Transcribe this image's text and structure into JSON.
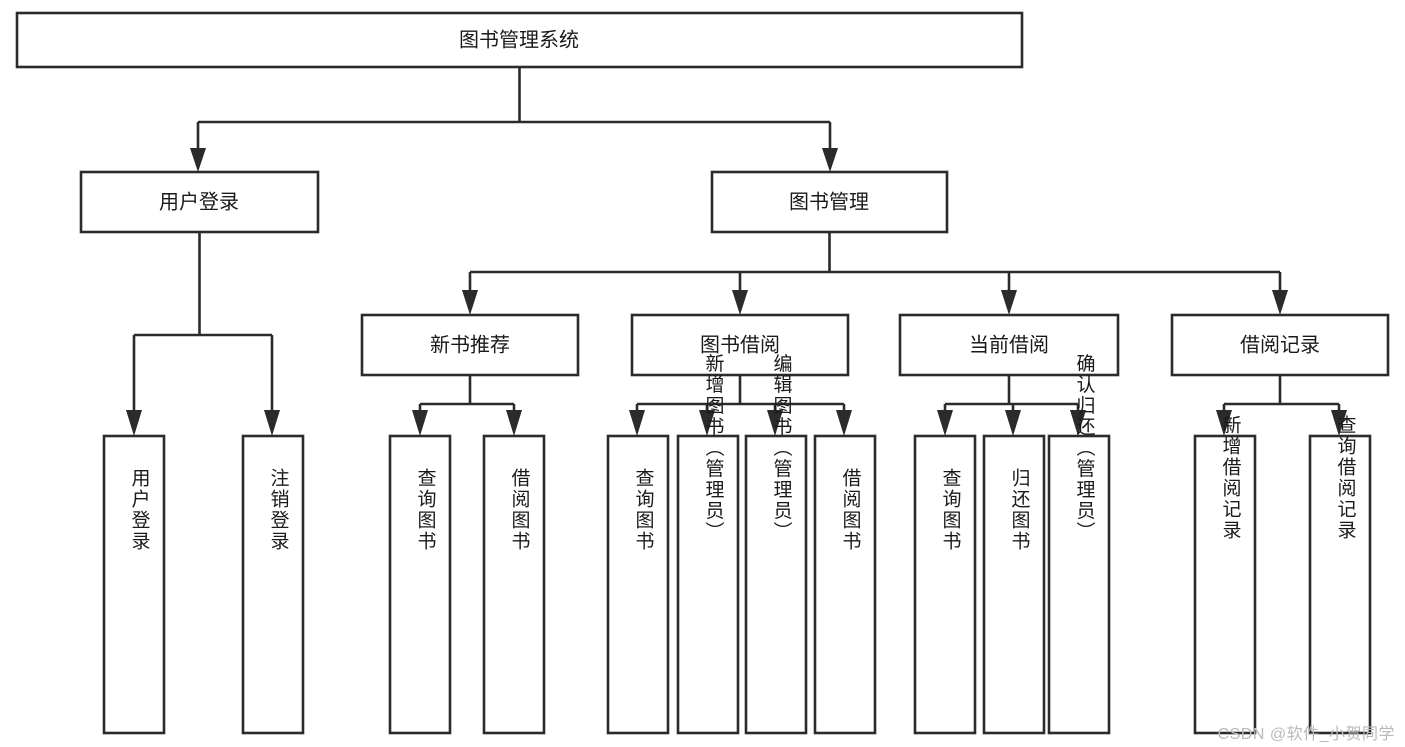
{
  "diagram": {
    "type": "tree-hierarchy",
    "title": "图书管理系统",
    "root": {
      "id": "root",
      "label": "图书管理系统",
      "orientation": "horizontal"
    },
    "level2": [
      {
        "id": "user-login",
        "label": "用户登录",
        "orientation": "horizontal"
      },
      {
        "id": "book-management",
        "label": "图书管理",
        "orientation": "horizontal"
      }
    ],
    "level3": [
      {
        "id": "new-book-recommend",
        "label": "新书推荐",
        "parent": "book-management",
        "orientation": "horizontal"
      },
      {
        "id": "book-borrow",
        "label": "图书借阅",
        "parent": "book-management",
        "orientation": "horizontal"
      },
      {
        "id": "current-borrow",
        "label": "当前借阅",
        "parent": "book-management",
        "orientation": "horizontal"
      },
      {
        "id": "borrow-record",
        "label": "借阅记录",
        "parent": "book-management",
        "orientation": "horizontal"
      }
    ],
    "leaves": [
      {
        "id": "leaf-user-login",
        "label": "用户登录",
        "parent": "user-login",
        "orientation": "vertical"
      },
      {
        "id": "leaf-logout-login",
        "label": "注销登录",
        "parent": "user-login",
        "orientation": "vertical"
      },
      {
        "id": "leaf-query-book-1",
        "label": "查询图书",
        "parent": "new-book-recommend",
        "orientation": "vertical"
      },
      {
        "id": "leaf-borrow-book-1",
        "label": "借阅图书",
        "parent": "new-book-recommend",
        "orientation": "vertical"
      },
      {
        "id": "leaf-query-book-2",
        "label": "查询图书",
        "parent": "book-borrow",
        "orientation": "vertical"
      },
      {
        "id": "leaf-add-book",
        "label": "新增图书（管理员）",
        "parent": "book-borrow",
        "orientation": "vertical"
      },
      {
        "id": "leaf-edit-book",
        "label": "编辑图书（管理员）",
        "parent": "book-borrow",
        "orientation": "vertical"
      },
      {
        "id": "leaf-borrow-book-2",
        "label": "借阅图书",
        "parent": "book-borrow",
        "orientation": "vertical"
      },
      {
        "id": "leaf-query-book-3",
        "label": "查询图书",
        "parent": "current-borrow",
        "orientation": "vertical"
      },
      {
        "id": "leaf-return-book",
        "label": "归还图书",
        "parent": "current-borrow",
        "orientation": "vertical"
      },
      {
        "id": "leaf-confirm-return",
        "label": "确认归还（管理员）",
        "parent": "current-borrow",
        "orientation": "vertical"
      },
      {
        "id": "leaf-add-record",
        "label": "新增借阅记录",
        "parent": "borrow-record",
        "orientation": "vertical"
      },
      {
        "id": "leaf-query-record",
        "label": "查询借阅记录",
        "parent": "borrow-record",
        "orientation": "vertical"
      }
    ],
    "colors": {
      "box_stroke": "#2b2b2b",
      "box_fill": "#ffffff",
      "text": "#1a1a1a",
      "connector": "#2b2b2b",
      "background": "#ffffff",
      "watermark": "#b9b9b9"
    }
  },
  "watermark": {
    "text": "CSDN @软件_小贺同学"
  }
}
